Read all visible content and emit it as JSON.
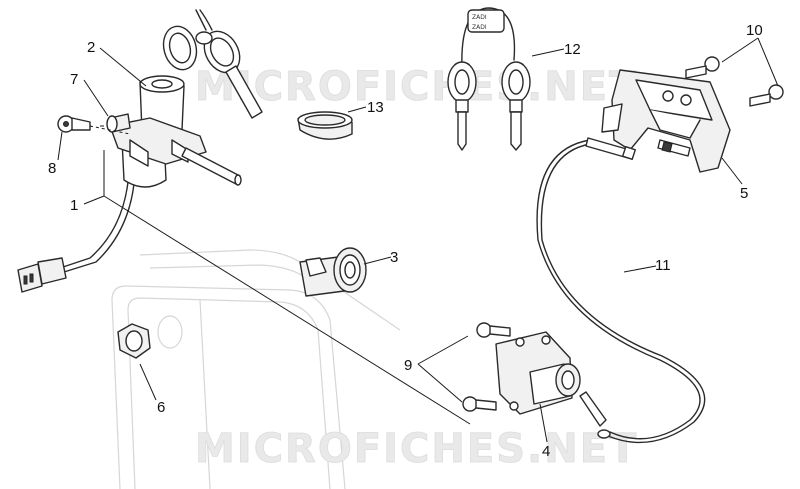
{
  "watermark": "MICROFICHES.NET",
  "key_brand": "ZADI",
  "callouts": {
    "c1": "1",
    "c2": "2",
    "c3": "3",
    "c4": "4",
    "c5": "5",
    "c6": "6",
    "c7": "7",
    "c8": "8",
    "c9": "9",
    "c10": "10",
    "c11": "11",
    "c12": "12",
    "c13": "13"
  }
}
